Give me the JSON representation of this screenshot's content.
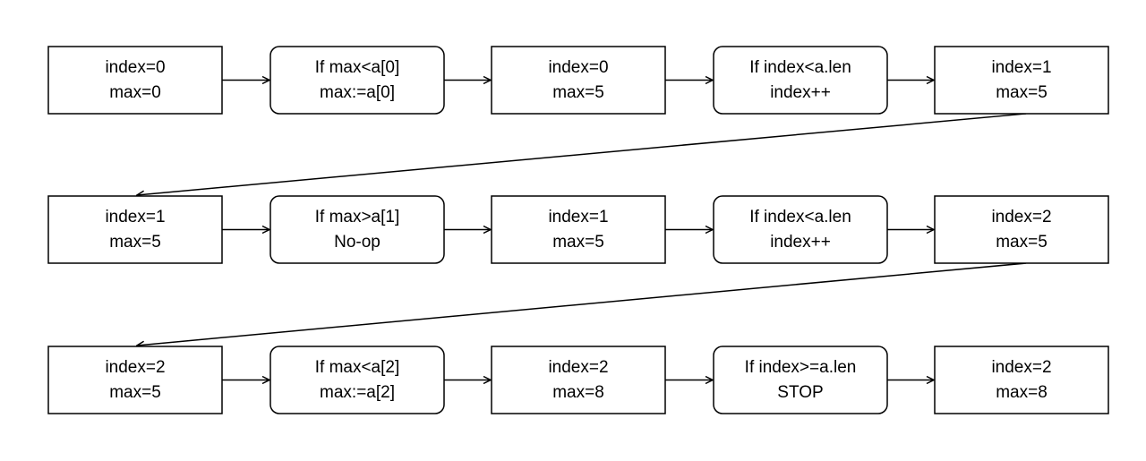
{
  "rows": [
    {
      "nodes": [
        {
          "kind": "state",
          "lines": [
            "index=0",
            "max=0"
          ]
        },
        {
          "kind": "action",
          "lines": [
            "If max<a[0]",
            "max:=a[0]"
          ]
        },
        {
          "kind": "state",
          "lines": [
            "index=0",
            "max=5"
          ]
        },
        {
          "kind": "action",
          "lines": [
            "If index<a.len",
            "index++"
          ]
        },
        {
          "kind": "state",
          "lines": [
            "index=1",
            "max=5"
          ]
        }
      ]
    },
    {
      "nodes": [
        {
          "kind": "state",
          "lines": [
            "index=1",
            "max=5"
          ]
        },
        {
          "kind": "action",
          "lines": [
            "If max>a[1]",
            "No-op"
          ]
        },
        {
          "kind": "state",
          "lines": [
            "index=1",
            "max=5"
          ]
        },
        {
          "kind": "action",
          "lines": [
            "If index<a.len",
            "index++"
          ]
        },
        {
          "kind": "state",
          "lines": [
            "index=2",
            "max=5"
          ]
        }
      ]
    },
    {
      "nodes": [
        {
          "kind": "state",
          "lines": [
            "index=2",
            "max=5"
          ]
        },
        {
          "kind": "action",
          "lines": [
            "If max<a[2]",
            "max:=a[2]"
          ]
        },
        {
          "kind": "state",
          "lines": [
            "index=2",
            "max=8"
          ]
        },
        {
          "kind": "action",
          "lines": [
            "If index>=a.len",
            "STOP"
          ]
        },
        {
          "kind": "state",
          "lines": [
            "index=2",
            "max=8"
          ]
        }
      ]
    }
  ],
  "colors": {
    "stroke": "#000000",
    "fill": "#ffffff",
    "text": "#000000"
  }
}
